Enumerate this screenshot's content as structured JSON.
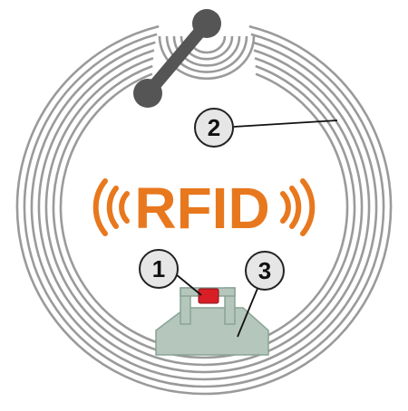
{
  "diagram": {
    "title_text": "RFID",
    "callouts": [
      {
        "id": "chip",
        "label": "1"
      },
      {
        "id": "antenna",
        "label": "2"
      },
      {
        "id": "substrate",
        "label": "3"
      }
    ],
    "colors": {
      "coil": "#9a9a9a",
      "bridge": "#555555",
      "rfid_orange": "#e8781e",
      "chip": "#d91f26",
      "substrate": "#b5c6bd",
      "substrate_edge": "#8aa395",
      "callout_fill": "#e6e6e6",
      "callout_stroke": "#222222"
    },
    "icons": {
      "left_waves": "radio-waves-left-icon",
      "right_waves": "radio-waves-right-icon"
    }
  }
}
